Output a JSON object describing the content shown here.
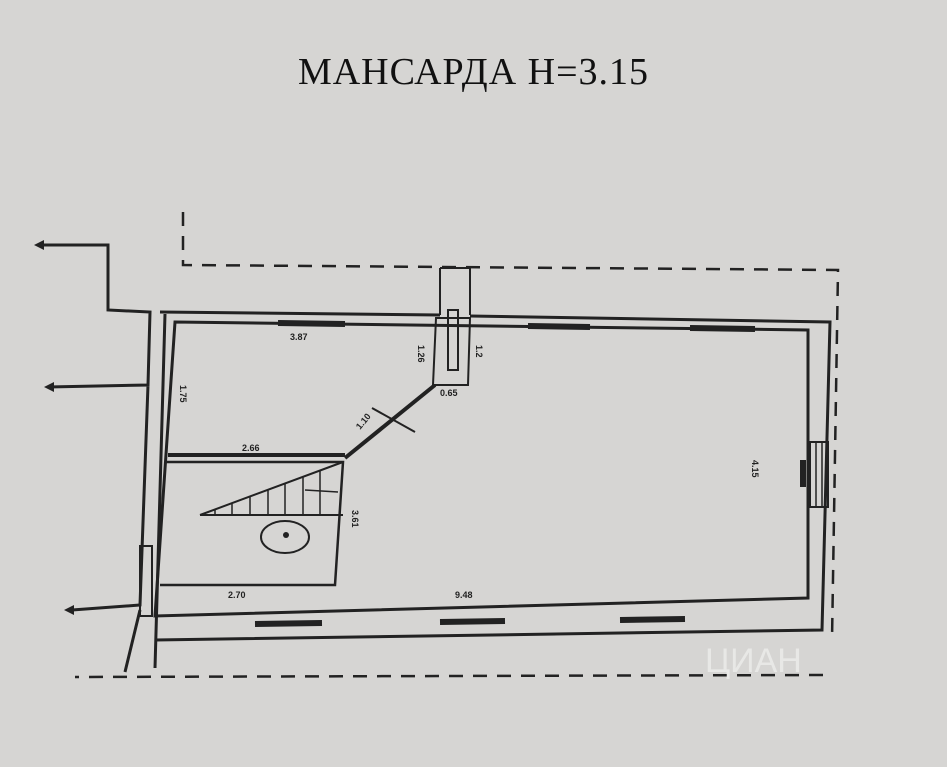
{
  "title": "МАНСАРДА  Н=3.15",
  "dimensions": {
    "top_room_width": "3.87",
    "left_wall": "1.75",
    "chimney_height": "1.26",
    "chimney_side": "1.2",
    "chimney_width": "0.65",
    "diagonal_wall": "1.10",
    "stair_partition": "2.66",
    "stair_height": "3.61",
    "stair_room_width": "2.70",
    "total_length": "9.48",
    "right_wall": "4.15"
  },
  "watermark": "ЦИАН"
}
